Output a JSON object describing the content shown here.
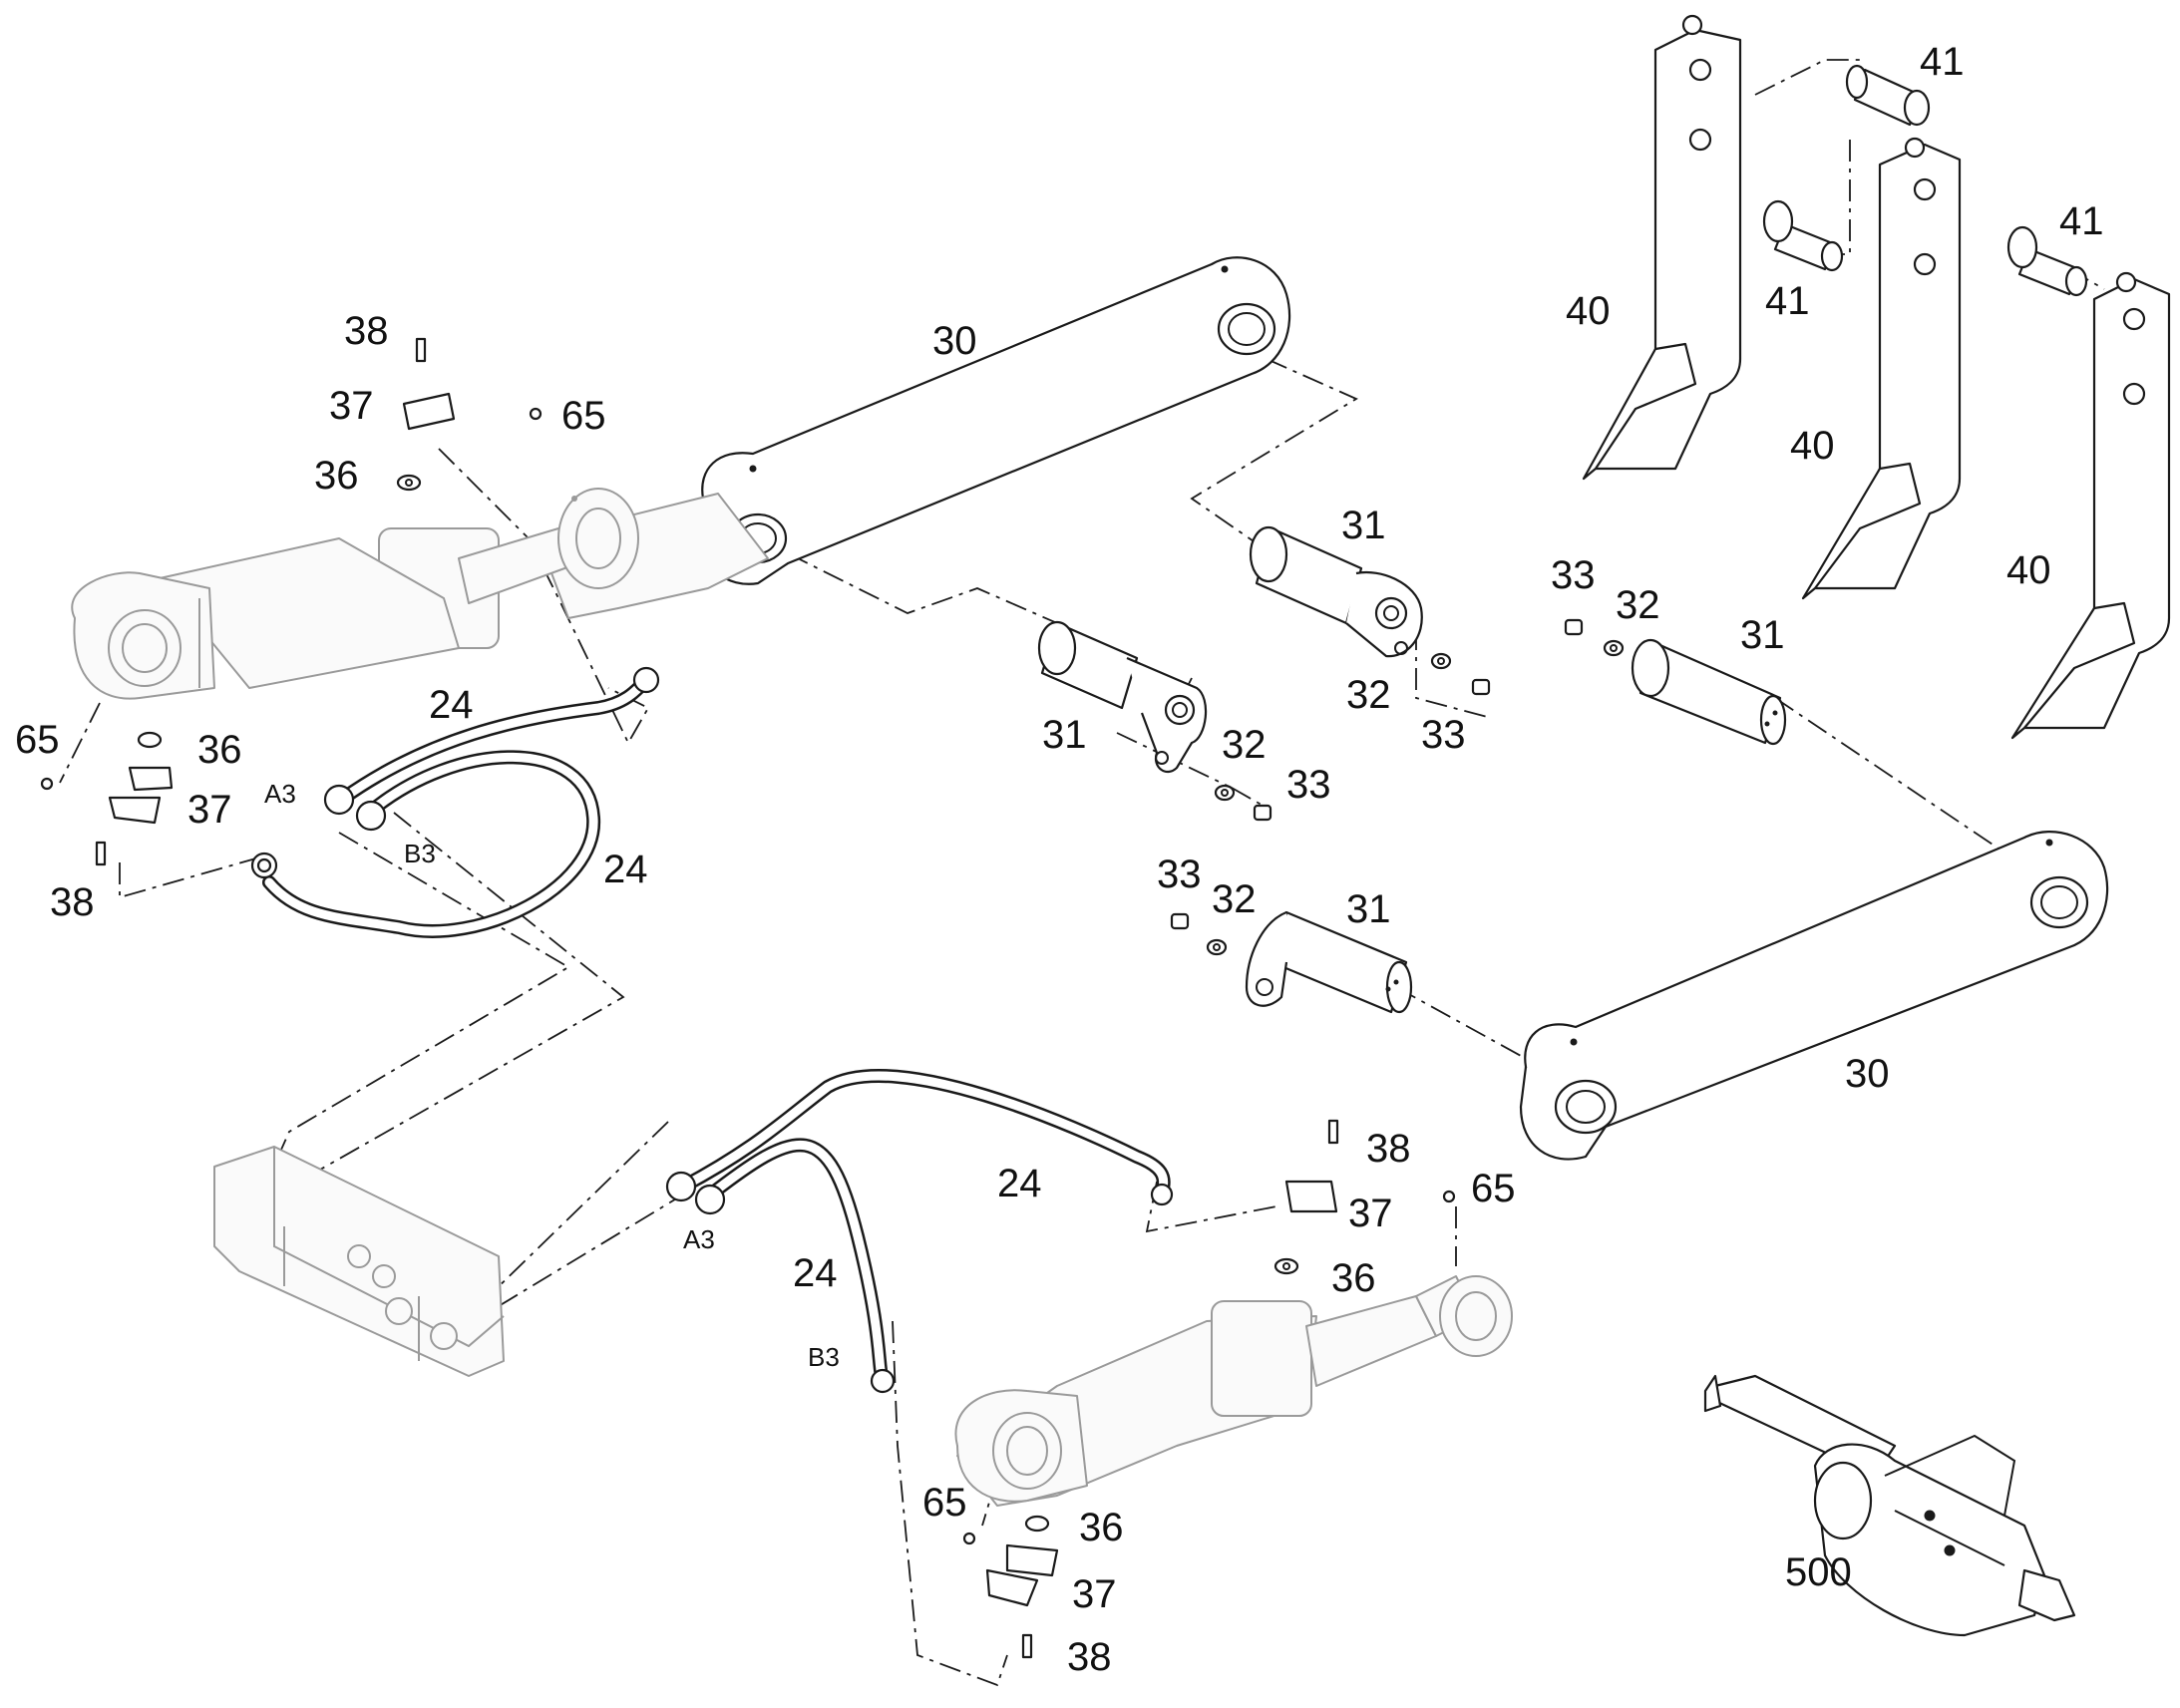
{
  "labels": {
    "l30a": "30",
    "l30b": "30",
    "l31a": "31",
    "l31b": "31",
    "l31c": "31",
    "l31d": "31",
    "l32a": "32",
    "l32b": "32",
    "l32c": "32",
    "l32d": "32",
    "l33a": "33",
    "l33b": "33",
    "l33c": "33",
    "l33d": "33",
    "l24a": "24",
    "l24b": "24",
    "l24c": "24",
    "l24d": "24",
    "l36a": "36",
    "l36b": "36",
    "l36c": "36",
    "l36d": "36",
    "l37a": "37",
    "l37b": "37",
    "l37c": "37",
    "l37d": "37",
    "l38a": "38",
    "l38b": "38",
    "l38c": "38",
    "l38d": "38",
    "l65a": "65",
    "l65b": "65",
    "l65c": "65",
    "l65d": "65",
    "l40a": "40",
    "l40b": "40",
    "l40c": "40",
    "l41a": "41",
    "l41b": "41",
    "l41c": "41",
    "l500": "500"
  },
  "ports": {
    "a3_top": "A3",
    "b3_top": "B3",
    "a3_bottom": "A3",
    "b3_bottom": "B3"
  }
}
